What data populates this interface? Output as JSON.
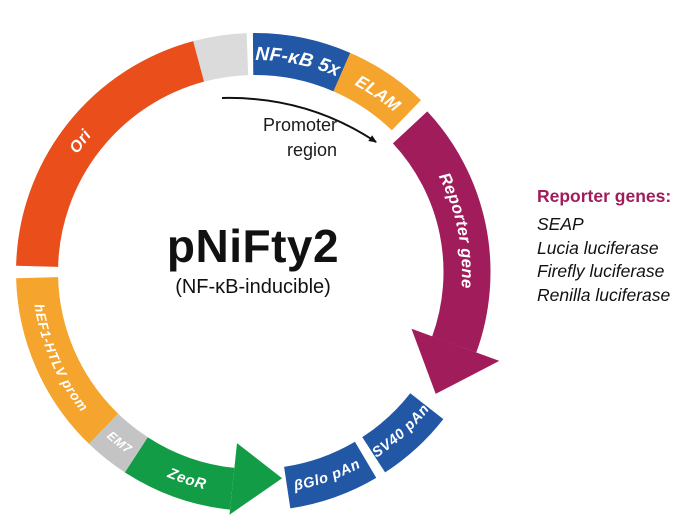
{
  "plasmid": {
    "title": "pNiFty2",
    "subtitle": "(NF-κB-inducible)"
  },
  "promoter_annotation": {
    "line1": "Promoter",
    "line2": "region"
  },
  "legend": {
    "heading": "Reporter genes:",
    "items": [
      "SEAP",
      "Lucia luciferase",
      "Firefly luciferase",
      "Renilla luciferase"
    ]
  },
  "segments": {
    "spacer": {
      "label": "",
      "color": "#DBDBDB"
    },
    "nfkb": {
      "label": "NF-κB 5x",
      "color": "#2157A5"
    },
    "elam": {
      "label": "ELAM",
      "color": "#F5A42E"
    },
    "reporter": {
      "label": "Reporter gene",
      "color": "#A01C5B"
    },
    "sv40": {
      "label": "SV40 pAn",
      "color": "#2157A5"
    },
    "bglo": {
      "label": "βGlo pAn",
      "color": "#2157A5"
    },
    "zeor": {
      "label": "ZeoR",
      "color": "#119C45"
    },
    "em7": {
      "label": "EM7",
      "color": "#C4C4C4"
    },
    "hef1": {
      "label": "hEF1-HTLV prom",
      "color": "#F5A42E"
    },
    "ori": {
      "label": "Ori",
      "color": "#E94E1B"
    }
  },
  "colors": {
    "label_text": "#FFFFFF",
    "annotation_arrow": "#111111",
    "title_text": "#111111",
    "legend_heading": "#A01C5B"
  }
}
